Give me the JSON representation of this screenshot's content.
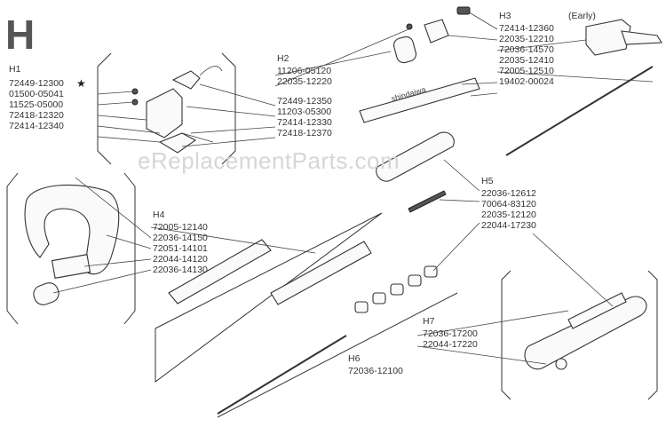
{
  "section_letter": "H",
  "watermark": "eReplacementParts.com",
  "shindaiwa_label": "shindaiwa",
  "groups": {
    "H1": {
      "label": "H1",
      "parts": [
        "72449-12300",
        "01500-05041",
        "11525-05000",
        "72418-12320",
        "72414-12340"
      ],
      "star": "★"
    },
    "H1b": {
      "parts": [
        "72449-12350",
        "11203-05300",
        "72414-12330",
        "72418-12370"
      ]
    },
    "H2": {
      "label": "H2",
      "parts": [
        "11206-05120",
        "22035-12220"
      ]
    },
    "H3": {
      "label": "H3",
      "early": "(Early)",
      "parts": [
        "72414-12360",
        "22035-12210",
        "72036-14570",
        "22035-12410",
        "72005-12510",
        "19402-00024"
      ]
    },
    "H4": {
      "label": "H4",
      "parts": [
        "72005-12140",
        "22036-14150",
        "72051-14101",
        "22044-14120",
        "22036-14130"
      ]
    },
    "H5": {
      "label": "H5",
      "parts": [
        "22036-12612",
        "70064-83120",
        "22035-12120",
        "22044-17230"
      ]
    },
    "H6": {
      "label": "H6",
      "parts": [
        "72036-12100"
      ]
    },
    "H7": {
      "label": "H7",
      "parts": [
        "72036-17200",
        "22044-17220"
      ]
    }
  }
}
